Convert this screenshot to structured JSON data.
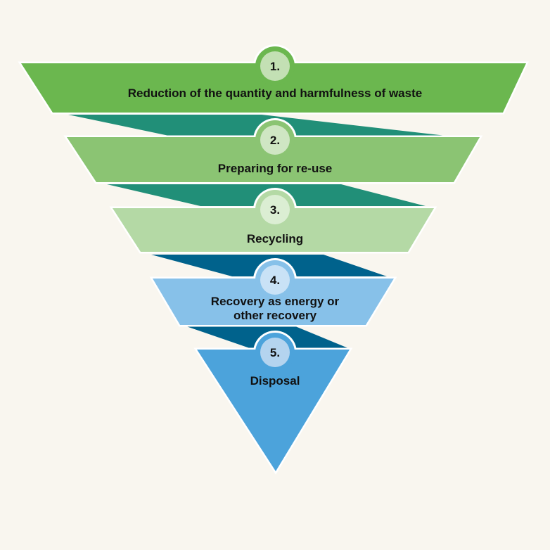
{
  "title": "Waste hierarchy",
  "levels": [
    {
      "number": "1.",
      "label_lines": [
        "Reduction of the quantity and harmfulness of waste"
      ],
      "color": "#6bb74f",
      "badge_color": "#c3e0b4"
    },
    {
      "number": "2.",
      "label_lines": [
        "Preparing for re-use"
      ],
      "color": "#8bc473",
      "badge_color": "#cfe6c3"
    },
    {
      "number": "3.",
      "label_lines": [
        "Recycling"
      ],
      "color": "#b4d9a5",
      "badge_color": "#dbeed3"
    },
    {
      "number": "4.",
      "label_lines": [
        "Recovery as energy or",
        "other recovery"
      ],
      "color": "#87c1e9",
      "badge_color": "#c9e2f6"
    },
    {
      "number": "5.",
      "label_lines": [
        "Disposal"
      ],
      "color": "#4ca3db",
      "badge_color": "#b4d4ef"
    }
  ],
  "connectors": [
    {
      "from": "1.",
      "to": "2.",
      "color": "#218f78"
    },
    {
      "from": "2.",
      "to": "3.",
      "color": "#218f78"
    },
    {
      "from": "3.",
      "to": "4.",
      "color": "#00628c"
    },
    {
      "from": "4.",
      "to": "5.",
      "color": "#00628c"
    }
  ],
  "colors": {
    "background": "#f9f6ef",
    "outline": "#ffffff",
    "text": "#111111"
  }
}
